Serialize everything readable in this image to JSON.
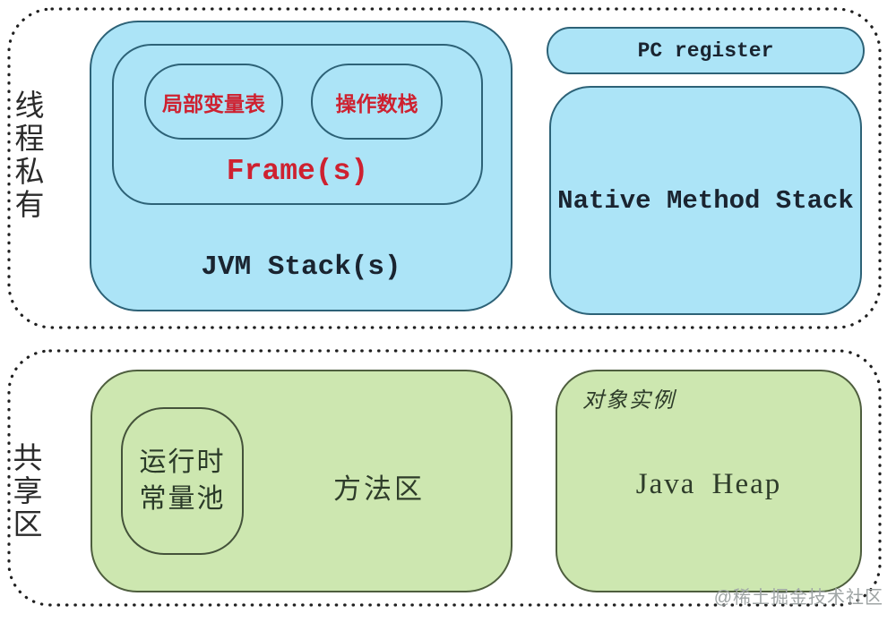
{
  "thread_private": {
    "region_label": "线程私有",
    "jvm_stack": {
      "label": "JVM Stack(s)",
      "frame": {
        "label": "Frame(s)",
        "local_var_table": "局部变量表",
        "operand_stack": "操作数栈"
      }
    },
    "pc_register": "PC register",
    "native_method_stack": "Native Method Stack"
  },
  "shared": {
    "region_label": "共享区",
    "method_area": {
      "label": "方法区",
      "runtime_constant_pool_line1": "运行时",
      "runtime_constant_pool_line2": "常量池"
    },
    "java_heap": {
      "label": "Java Heap",
      "annotation": "对象实例"
    }
  },
  "watermark": "@稀土掘金技术社区",
  "colors": {
    "blue_fill": "#ace4f7",
    "blue_border": "#2d6277",
    "green_fill": "#cde7b0",
    "green_border": "#4e5e3e",
    "red_text": "#ce2130",
    "dark_text": "#1a2430",
    "dotted_border": "#1f1f1f",
    "watermark_gray": "#9fa5a5"
  }
}
